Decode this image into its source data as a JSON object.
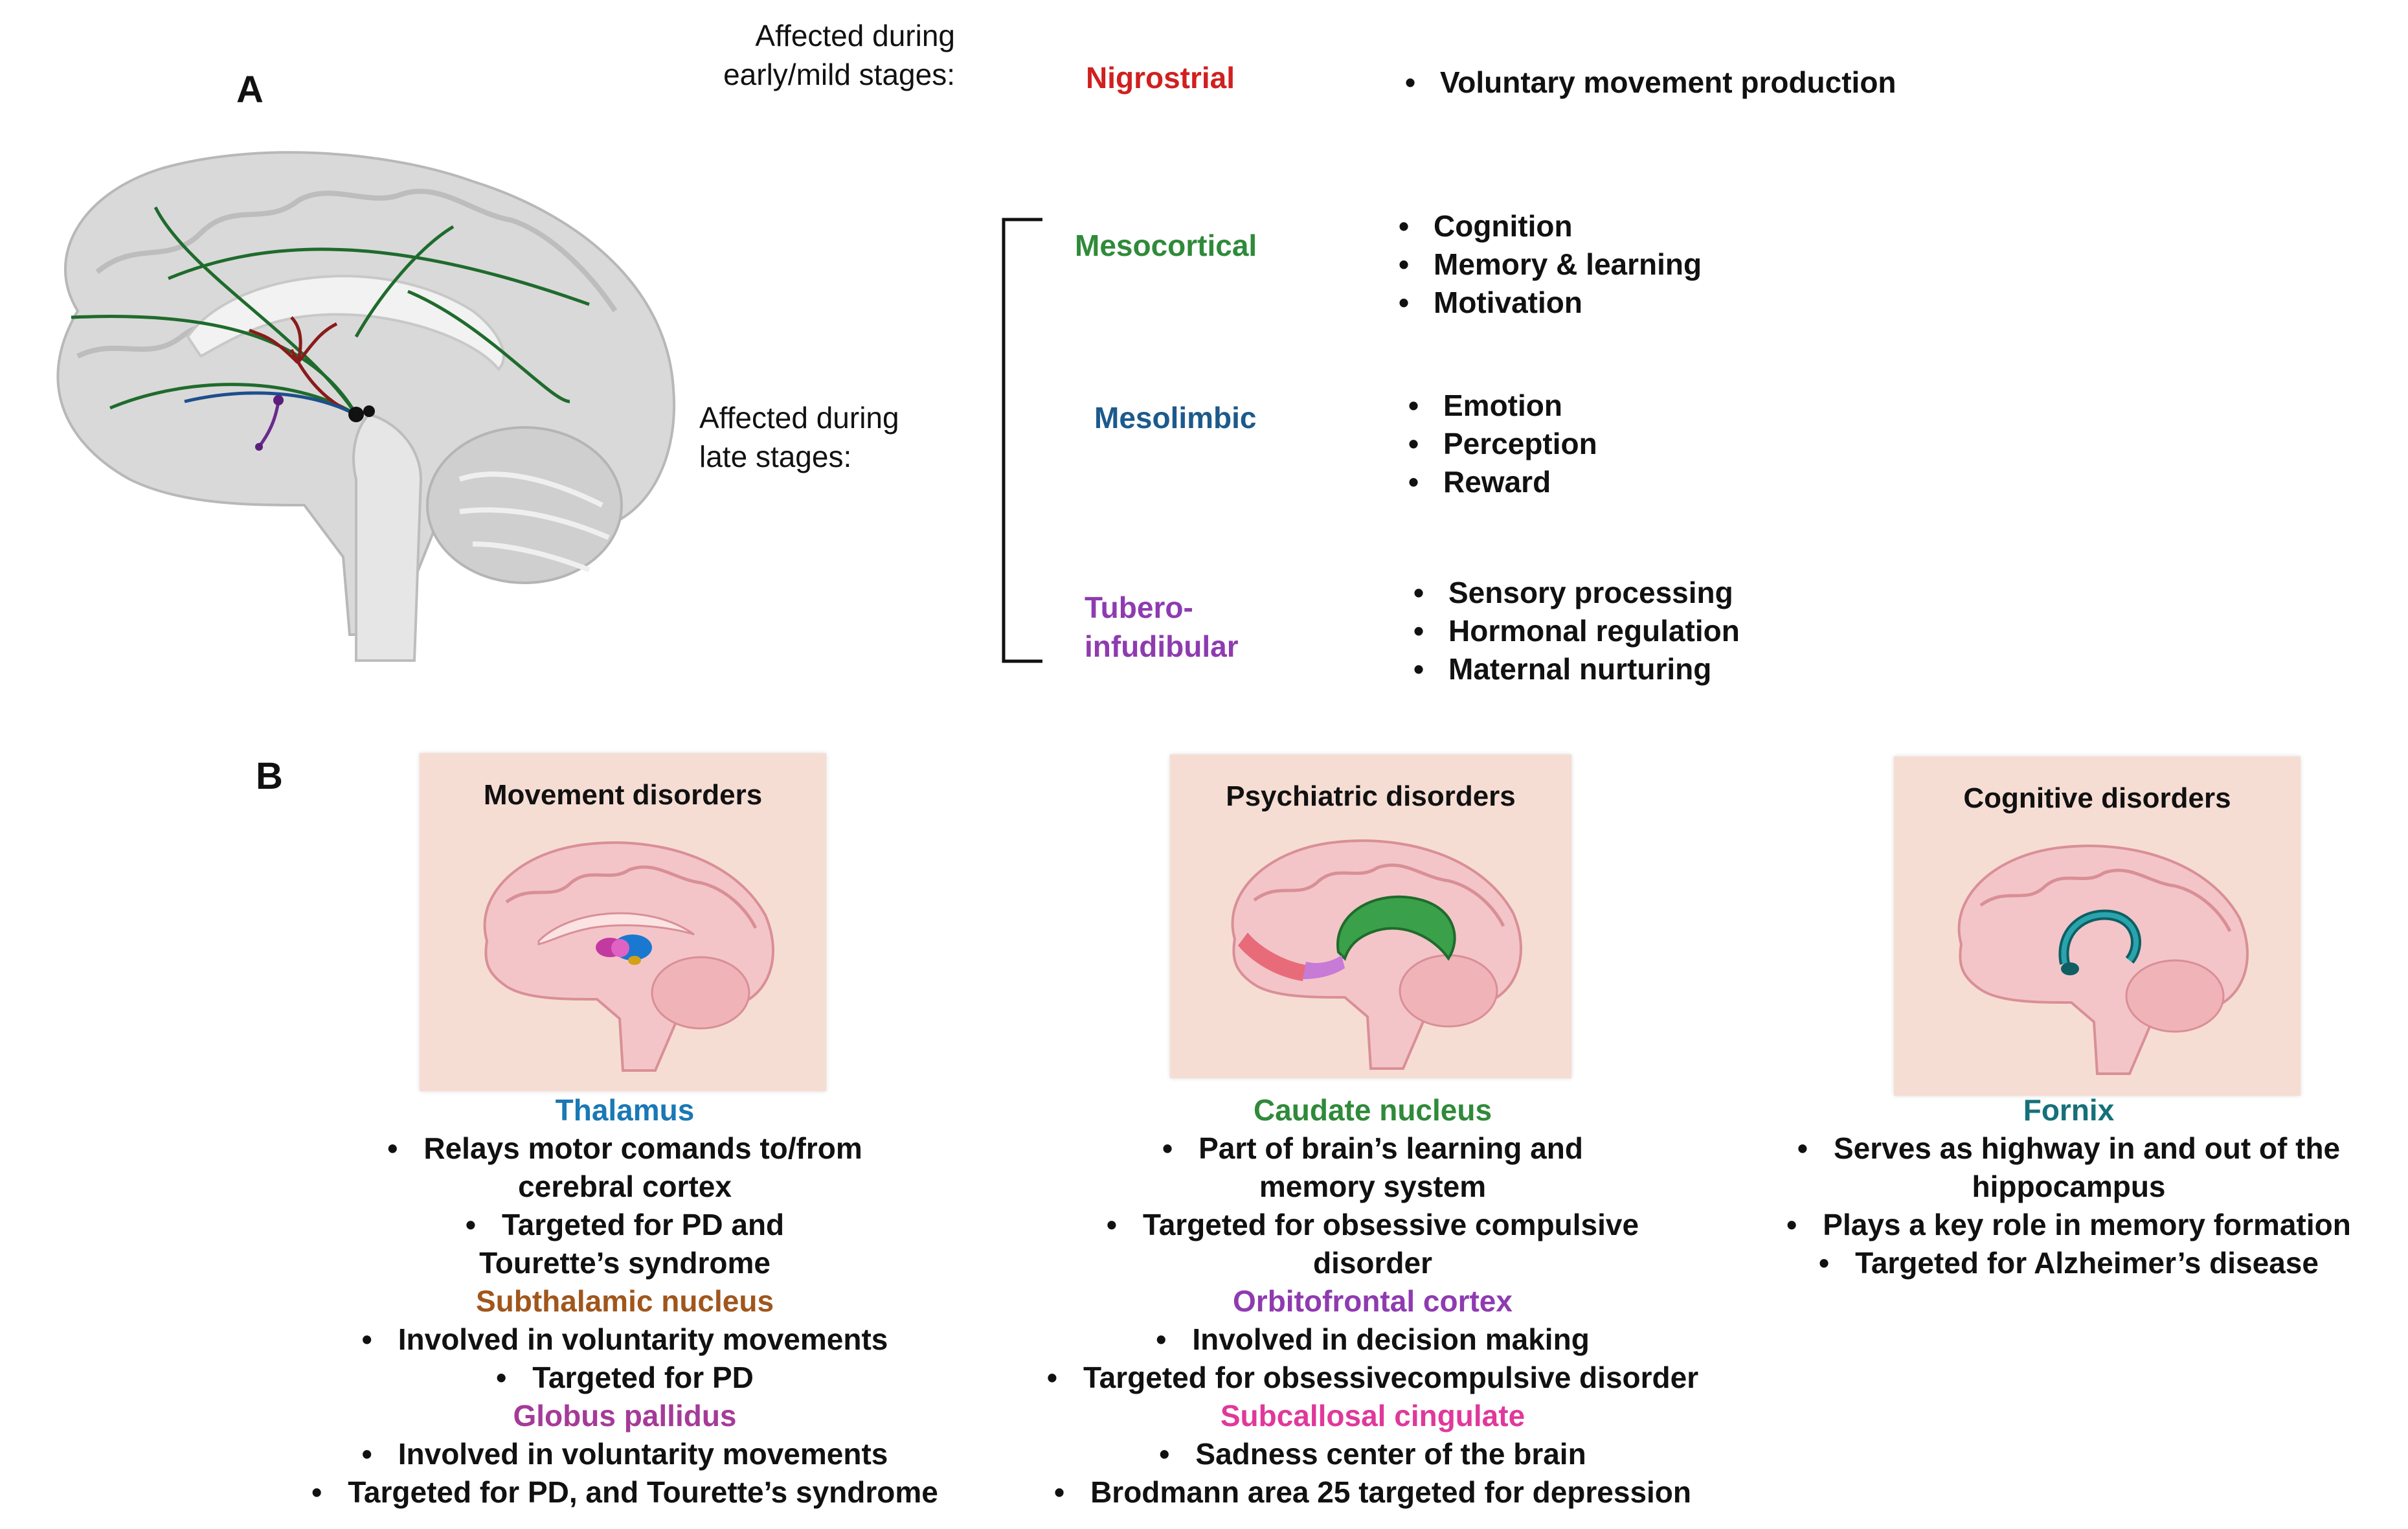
{
  "panelA": {
    "letter": "A",
    "early_label_line1": "Affected during",
    "early_label_line2": "early/mild stages:",
    "late_label_line1": "Affected during",
    "late_label_line2": "late stages:",
    "pathways": [
      {
        "name": "Nigrostrial",
        "color": "#d0201f",
        "functions": [
          "Voluntary movement production"
        ]
      },
      {
        "name": "Mesocortical",
        "color": "#2f8a3a",
        "functions": [
          "Cognition",
          "Memory & learning",
          "Motivation"
        ]
      },
      {
        "name": "Mesolimbic",
        "color": "#1c5a8c",
        "functions": [
          "Emotion",
          "Perception",
          "Reward"
        ]
      },
      {
        "name_line1": "Tubero-",
        "name_line2": "infudibular",
        "color": "#8e3bb0",
        "functions": [
          "Sensory processing",
          "Hormonal regulation",
          "Maternal nurturing"
        ]
      }
    ]
  },
  "panelB": {
    "letter": "B",
    "cards": [
      {
        "title": "Movement disorders"
      },
      {
        "title": "Psychiatric disorders"
      },
      {
        "title": "Cognitive disorders"
      }
    ],
    "movement": {
      "thalamus": {
        "name": "Thalamus",
        "color": "#1a78b5"
      },
      "t1a": "Relays motor comands to/from",
      "t1b": "cerebral cortex",
      "t2a": "Targeted for PD and",
      "t2b": "Tourette’s syndrome",
      "subthalamic": {
        "name": "Subthalamic nucleus",
        "color": "#a0561c"
      },
      "s1": "Involved in voluntarity movements",
      "s2": "Targeted for PD",
      "pallidus": {
        "name": "Globus pallidus",
        "color": "#a53a98"
      },
      "g1": "Involved in voluntarity movements",
      "g2": "Targeted for PD, and Tourette’s syndrome"
    },
    "psychiatric": {
      "caudate": {
        "name": "Caudate nucleus",
        "color": "#2f8a3a"
      },
      "c1a": "Part of brain’s learning and",
      "c1b": "memory system",
      "c2a": "Targeted for obsessive compulsive",
      "c2b": "disorder",
      "orbito": {
        "name": "Orbitofrontal cortex",
        "color": "#8e3bb0"
      },
      "o1": "Involved in decision making",
      "o2": "Targeted for obsessivecompulsive disorder",
      "subcallosal": {
        "name": "Subcallosal cingulate",
        "color": "#e0389b"
      },
      "sc1": "Sadness center of the brain",
      "sc2": "Brodmann area 25 targeted for depression"
    },
    "cognitive": {
      "fornix": {
        "name": "Fornix",
        "color": "#16707a"
      },
      "f1a": "Serves as highway in and out of the",
      "f1b": "hippocampus",
      "f2": "Plays a key role in memory formation",
      "f3": "Targeted for Alzheimer’s disease"
    }
  }
}
